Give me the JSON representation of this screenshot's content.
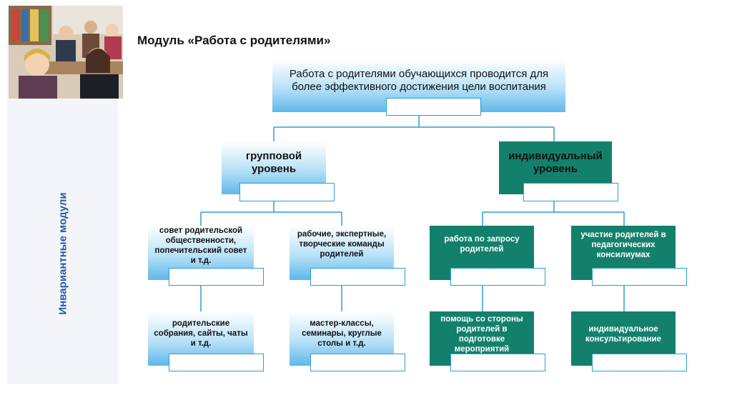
{
  "sidebar": {
    "vertical_label": "Инвариантные модули"
  },
  "header": {
    "title": "Модуль «Работа с родителями»"
  },
  "diagram": {
    "root": "Работа с родителями обучающихся проводится для более эффективного достижения цели воспитания",
    "group_level": "групповой уровень",
    "individual_level": "индивидуальный уровень",
    "group_items": [
      "совет родительской общественности, попечительский совет и т.д.",
      "рабочие, экспертные, творческие команды родителей",
      "родительские собрания, сайты, чаты и т.д.",
      "мастер-классы, семинары, круглые столы и т.д."
    ],
    "individual_items": [
      "работа по запросу родителей",
      "участие родителей в педагогических консилиумах",
      "помощь со стороны родителей в подготовке мероприятий",
      "индивидуальное консультирование"
    ],
    "colors": {
      "blue_box": "#5fb8ea",
      "green_box": "#13806c",
      "connector": "#2a9fd6"
    }
  }
}
